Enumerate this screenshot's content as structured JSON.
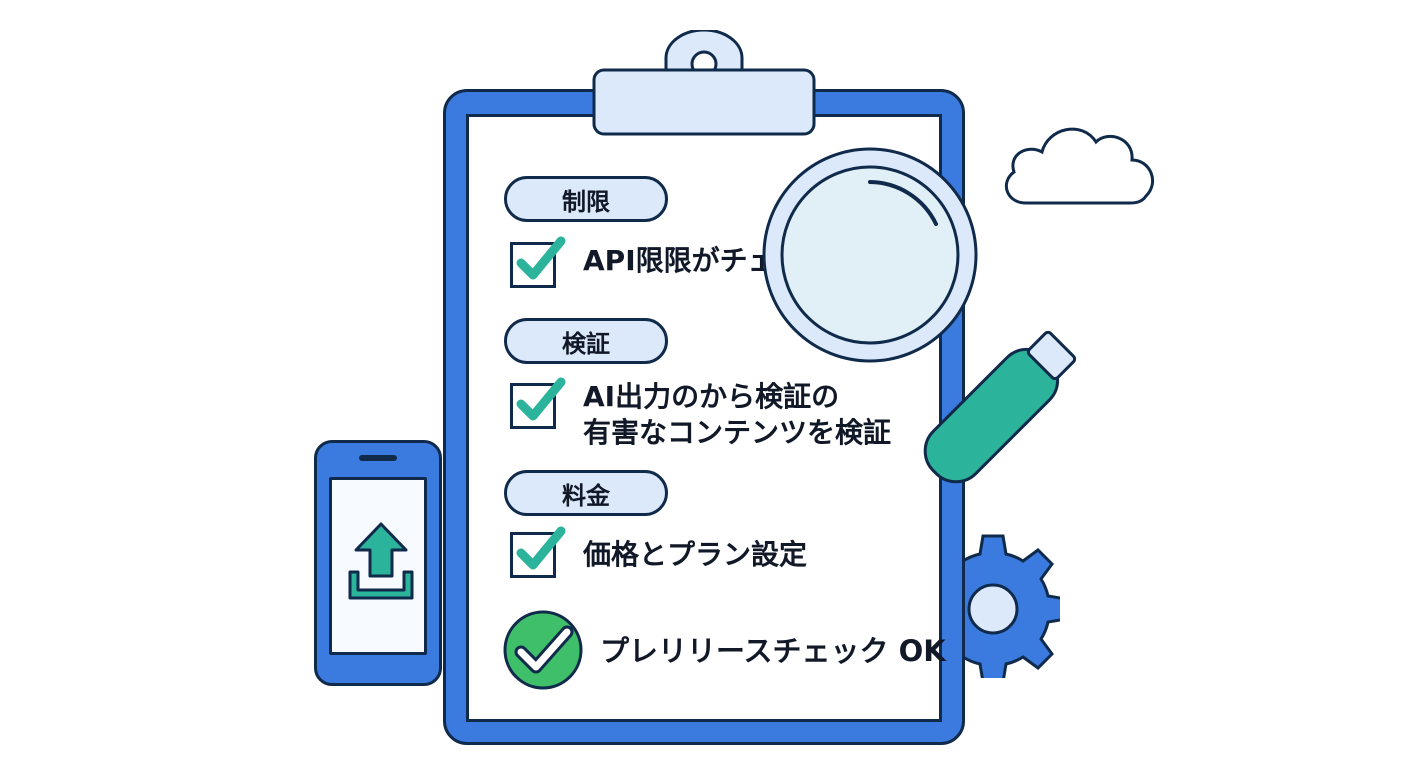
{
  "sections": [
    {
      "title": "制限",
      "items": [
        "API限限がチェック"
      ]
    },
    {
      "title": "検証",
      "items": [
        "AI出力のから検証の",
        "有害なコンテンツを検証"
      ]
    },
    {
      "title": "料金",
      "items": [
        "価格とプラン設定"
      ]
    }
  ],
  "status": {
    "text": "プレリリースチェック OK"
  },
  "colors": {
    "primary_blue": "#3b7bdf",
    "pill_fill": "#dce9fb",
    "check_teal": "#2bb39b",
    "ok_green": "#3fbf6a",
    "outline": "#0f2a4a"
  },
  "icons": [
    "clipboard-icon",
    "magnifier-icon",
    "phone-upload-icon",
    "gear-icon",
    "cloud-icon",
    "check-icon"
  ]
}
